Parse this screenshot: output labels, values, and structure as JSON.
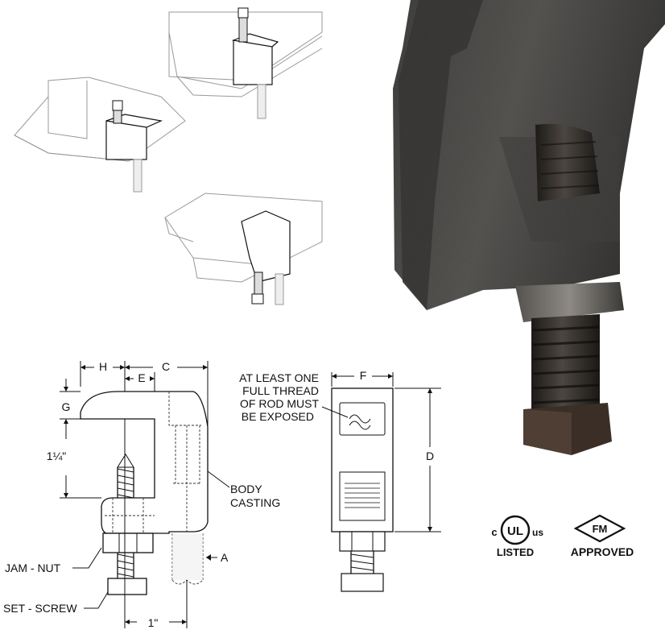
{
  "dimension_labels": {
    "h": "H",
    "c": "C",
    "e": "E",
    "g": "G",
    "height": "1¼\"",
    "f": "F",
    "d": "D",
    "a": "A",
    "one_inch": "1\""
  },
  "callouts": {
    "body_casting_line1": "BODY",
    "body_casting_line2": "CASTING",
    "jam_nut": "JAM - NUT",
    "set_screw": "SET - SCREW",
    "thread_note_line1": "AT LEAST ONE",
    "thread_note_line2": "FULL THREAD",
    "thread_note_line3": "OF ROD MUST",
    "thread_note_line4": "BE EXPOSED"
  },
  "certifications": {
    "ul_prefix": "c",
    "ul_mark": "UL",
    "ul_suffix": "us",
    "ul_listed": "LISTED",
    "fm_mark": "FM",
    "fm_approved": "APPROVED"
  },
  "colors": {
    "casting_dark": "#2e2d2b",
    "casting_mid": "#4a4845",
    "casting_light": "#6a6763",
    "sketch_line": "#9a9a9a",
    "ink": "#111111"
  },
  "icons": {
    "ul_logo": "ul-listed-logo",
    "fm_logo": "fm-approved-diamond-logo"
  }
}
